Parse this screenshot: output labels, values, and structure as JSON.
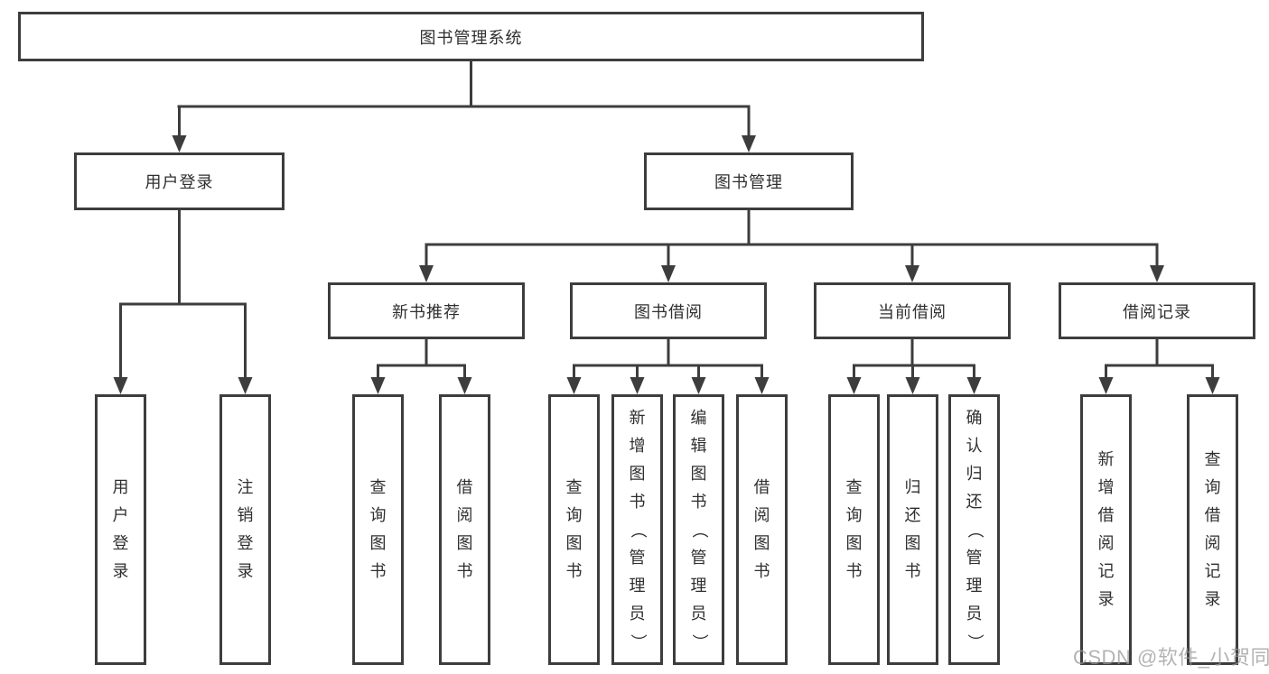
{
  "watermark": "CSDN @软件_小贺同学",
  "colors": {
    "line": "#3d3d3d",
    "box_border": "#3d3d3d",
    "box_background": "#ffffff",
    "text": "#2f2f2f",
    "watermark": "#969696"
  },
  "tree": {
    "label": "图书管理系统",
    "children": [
      {
        "label": "用户登录",
        "children": [
          {
            "label": "用户登录"
          },
          {
            "label": "注销登录"
          }
        ]
      },
      {
        "label": "图书管理",
        "children": [
          {
            "label": "新书推荐",
            "children": [
              {
                "label": "查询图书"
              },
              {
                "label": "借阅图书"
              }
            ]
          },
          {
            "label": "图书借阅",
            "children": [
              {
                "label": "查询图书"
              },
              {
                "label": "新增图书（管理员）"
              },
              {
                "label": "编辑图书（管理员）"
              },
              {
                "label": "借阅图书"
              }
            ]
          },
          {
            "label": "当前借阅",
            "children": [
              {
                "label": "查询图书"
              },
              {
                "label": "归还图书"
              },
              {
                "label": "确认归还（管理员）"
              }
            ]
          },
          {
            "label": "借阅记录",
            "children": [
              {
                "label": "新增借阅记录"
              },
              {
                "label": "查询借阅记录"
              }
            ]
          }
        ]
      }
    ]
  }
}
